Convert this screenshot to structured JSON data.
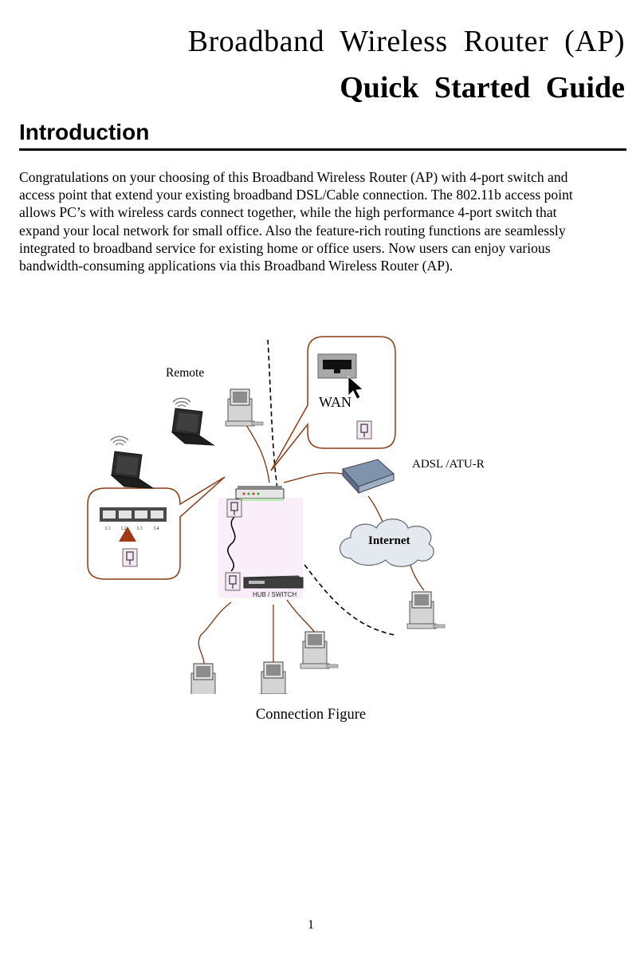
{
  "header": {
    "title": "Broadband Wireless Router (AP)",
    "subtitle": "Quick Started Guide"
  },
  "section": {
    "heading": "Introduction",
    "paragraph_lines": [
      "Congratulations on your choosing of this Broadband Wireless Router (AP) with 4-port switch and",
      "access point that extend your existing broadband DSL/Cable connection. The 802.11b access point",
      "allows PC’s with wireless cards connect together, while the high performance 4-port switch that",
      "expand your local network for small office. Also the feature-rich routing functions are seamlessly",
      "integrated to broadband service for existing home or office users. Now users can enjoy various",
      "bandwidth-consuming applications via this Broadband Wireless Router (AP)."
    ]
  },
  "figure": {
    "labels": {
      "remote": "Remote",
      "wan": "WAN",
      "adsl": "ADSL /ATU-R",
      "internet": "Internet",
      "hub_switch": "HUB / SWITCH",
      "ports": [
        "L1",
        "L2",
        "L3",
        "L4"
      ]
    },
    "colors": {
      "cable": "#7a3512",
      "callout_border": "#8a3a14",
      "pink_region": "#fbeefb",
      "lan_arrow": "#a33a16"
    },
    "caption": "Connection Figure"
  },
  "footer": {
    "page_number": "1"
  }
}
